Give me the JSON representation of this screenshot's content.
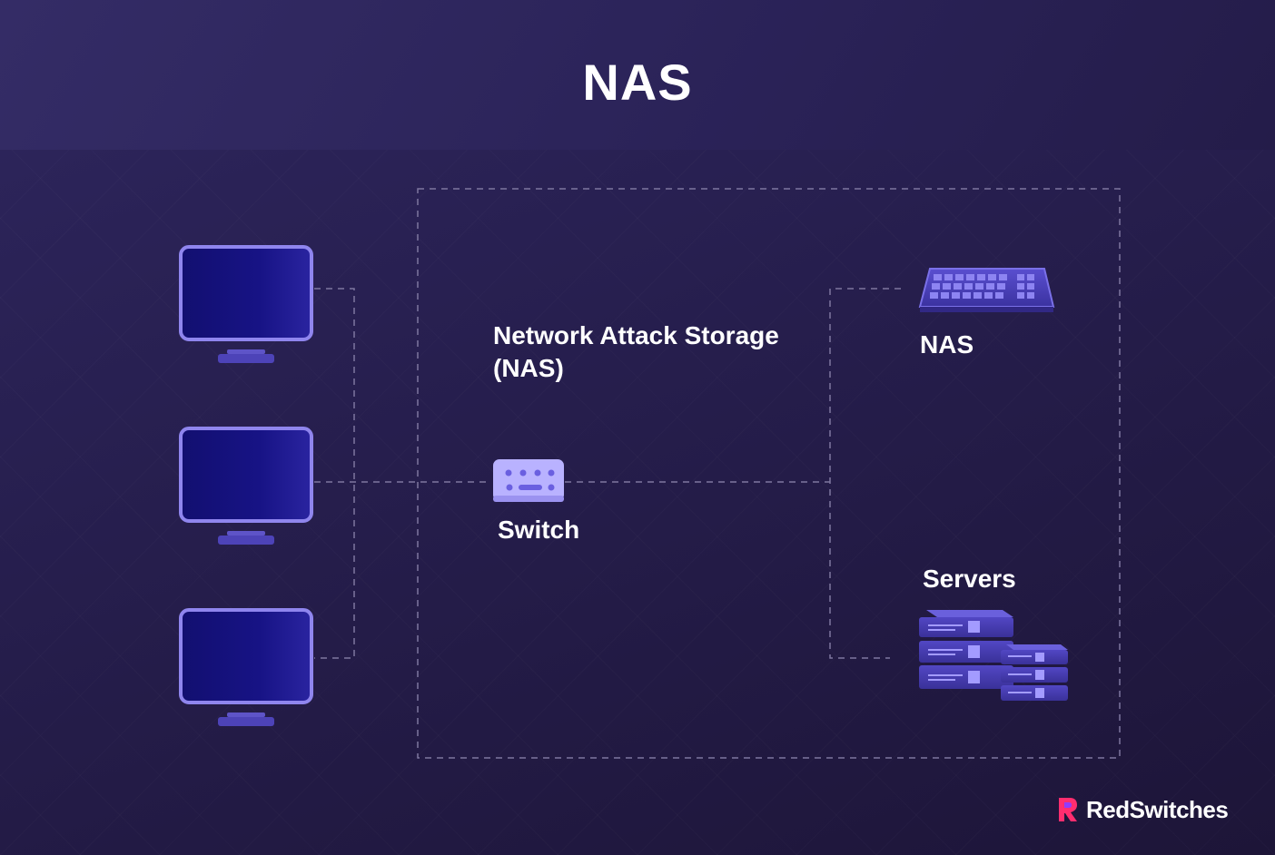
{
  "title": "NAS",
  "labels": {
    "network_storage": "Network Attack Storage (NAS)",
    "switch": "Switch",
    "nas": "NAS",
    "servers": "Servers"
  },
  "brand": {
    "name": "RedSwitches",
    "logo_icon": "redswitches-logo-icon"
  },
  "colors": {
    "background": "#261e4d",
    "monitor_frame": "#8f85ee",
    "monitor_screen": "#15117a",
    "device_purple": "#4a3fb3",
    "switch_body": "#b9b2ff",
    "dashed_line": "#7e779f",
    "brand_accent": "#ff2d6f"
  },
  "icons": [
    "monitor-icon",
    "switch-icon",
    "nas-device-icon",
    "server-stack-icon"
  ]
}
